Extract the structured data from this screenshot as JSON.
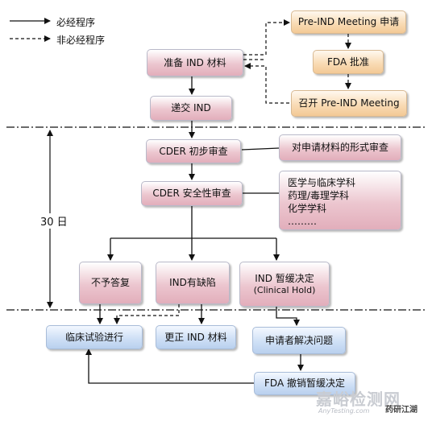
{
  "legend": {
    "required": "必经程序",
    "optional": "非必经程序"
  },
  "boxes": {
    "prepare_ind": "准备 IND 材料",
    "submit_ind": "递交 IND",
    "cder_initial": "CDER 初步审查",
    "cder_safety": "CDER 安全性审查",
    "pre_ind_apply": "Pre-IND Meeting 申请",
    "fda_approve": "FDA 批准",
    "pre_ind_hold": "召开 Pre-IND Meeting",
    "formal_review": "对申请材料的形式审查",
    "disciplines": [
      "医学与临床学科",
      "药理/毒理学科",
      "化学学科",
      "………"
    ],
    "no_reply": "不予答复",
    "ind_deficient": "IND有缺陷",
    "clinical_hold_cn": "IND 暂缓决定",
    "clinical_hold_en": "(Clinical Hold)",
    "clinical_trial": "临床试验进行",
    "correct_ind": "更正 IND 材料",
    "applicant_resolve": "申请者解决问题",
    "fda_lift_hold": "FDA 撤销暂缓决定"
  },
  "side_label": "30 日",
  "watermark": {
    "site": "嘉峪检测网",
    "url": "AnyTesting.com",
    "account": "药研江湖"
  },
  "colors": {
    "pink": "#e2aebb",
    "orange": "#f3c995",
    "blue": "#b9d0ee",
    "line": "#111111"
  }
}
